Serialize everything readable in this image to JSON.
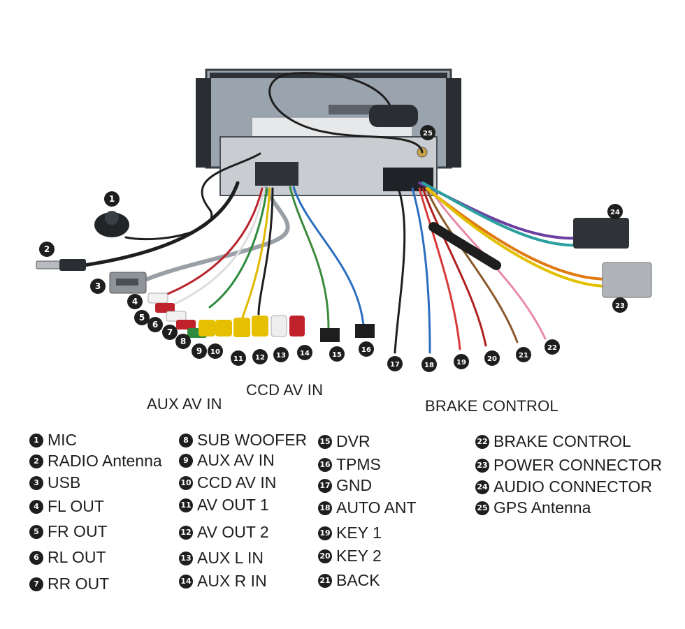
{
  "sections": {
    "aux_av_in": "AUX AV IN",
    "ccd_av_in": "CCD AV IN",
    "brake_control": "BRAKE CONTROL"
  },
  "callouts": [
    "1",
    "2",
    "3",
    "4",
    "5",
    "6",
    "7",
    "8",
    "9",
    "10",
    "11",
    "12",
    "13",
    "14",
    "15",
    "16",
    "17",
    "18",
    "19",
    "20",
    "21",
    "22",
    "23",
    "24",
    "25"
  ],
  "legend": [
    {
      "num": "1",
      "label": "MIC"
    },
    {
      "num": "2",
      "label": "RADIO Antenna"
    },
    {
      "num": "3",
      "label": "USB"
    },
    {
      "num": "4",
      "label": "FL OUT"
    },
    {
      "num": "5",
      "label": "FR OUT"
    },
    {
      "num": "6",
      "label": "RL OUT"
    },
    {
      "num": "7",
      "label": "RR OUT"
    },
    {
      "num": "8",
      "label": "SUB WOOFER"
    },
    {
      "num": "9",
      "label": "AUX AV IN"
    },
    {
      "num": "10",
      "label": "CCD AV IN"
    },
    {
      "num": "11",
      "label": "AV OUT 1"
    },
    {
      "num": "12",
      "label": "AV OUT 2"
    },
    {
      "num": "13",
      "label": "AUX L IN"
    },
    {
      "num": "14",
      "label": "AUX R IN"
    },
    {
      "num": "15",
      "label": "DVR"
    },
    {
      "num": "16",
      "label": "TPMS"
    },
    {
      "num": "17",
      "label": "GND"
    },
    {
      "num": "18",
      "label": "AUTO ANT"
    },
    {
      "num": "19",
      "label": "KEY 1"
    },
    {
      "num": "20",
      "label": "KEY 2"
    },
    {
      "num": "21",
      "label": "BACK"
    },
    {
      "num": "22",
      "label": "BRAKE CONTROL"
    },
    {
      "num": "23",
      "label": "POWER CONNECTOR"
    },
    {
      "num": "24",
      "label": "AUDIO CONNECTOR"
    },
    {
      "num": "25",
      "label": "GPS Antenna"
    }
  ]
}
